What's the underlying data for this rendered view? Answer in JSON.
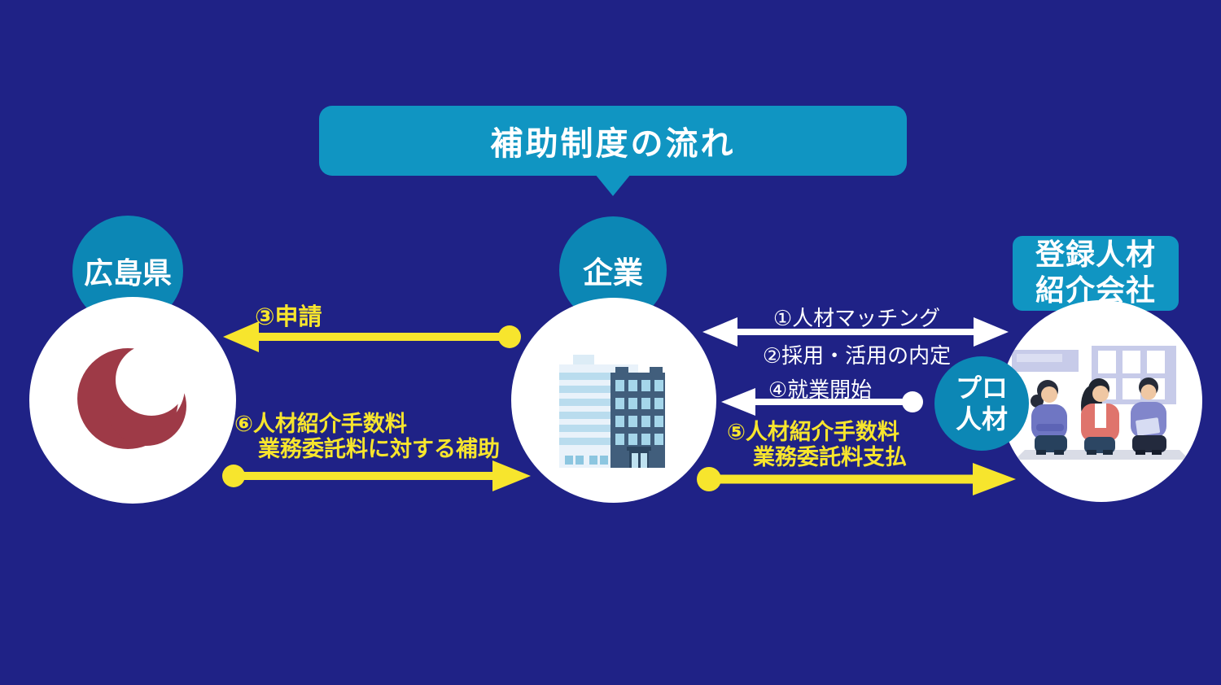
{
  "title": {
    "text": "補助制度の流れ"
  },
  "nodes": {
    "prefecture": {
      "label": "広島県"
    },
    "company": {
      "label": "企業"
    },
    "agency": {
      "line1": "登録人材",
      "line2": "紹介会社"
    },
    "pro": {
      "line1": "プロ",
      "line2": "人材"
    }
  },
  "arrows": {
    "matching": {
      "label": "①人材マッチング"
    },
    "decision": {
      "label": "②採用・活用の内定"
    },
    "application": {
      "label": "③申請"
    },
    "employment": {
      "label": "④就業開始"
    },
    "payment": {
      "line1": "⑤人材紹介手数料",
      "line2": "業務委託料支払"
    },
    "subsidy": {
      "line1": "⑥人材紹介手数料",
      "line2": "業務委託料に対する補助"
    }
  },
  "colors": {
    "background": "#1f2286",
    "banner_teal": "#1095c2",
    "node_teal": "#0c87b5",
    "arrow_yellow": "#f7e52d",
    "arrow_white": "#ffffff",
    "emblem_red": "#9e3a47",
    "building_dark": "#415e7c",
    "building_light": "#e9f2fa"
  }
}
